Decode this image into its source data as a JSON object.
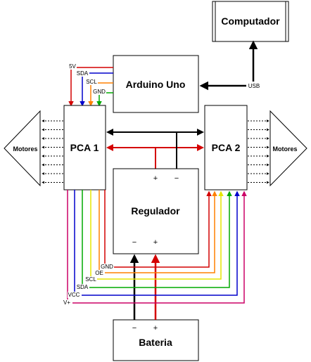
{
  "blocks": {
    "computer": "Computador",
    "arduino": "Arduino Uno",
    "pca1": "PCA 1",
    "pca2": "PCA 2",
    "regulator": "Regulador",
    "battery": "Bateria"
  },
  "motors": {
    "left": "Motores",
    "right": "Motores"
  },
  "usb_label": "USB",
  "arduino_pins": [
    "5V",
    "SDA",
    "SCL",
    "GND"
  ],
  "bus_labels": [
    "GND",
    "OE",
    "SCL",
    "SDA",
    "VCC",
    "V+"
  ],
  "polarity": {
    "plus": "+",
    "minus": "−"
  },
  "colors": {
    "red": "#d40000",
    "blue": "#0000cc",
    "orange": "#ff8000",
    "green": "#00aa00",
    "yellow": "#e6e600",
    "magenta": "#cc0066",
    "purple": "#9900cc",
    "black": "#000000"
  }
}
